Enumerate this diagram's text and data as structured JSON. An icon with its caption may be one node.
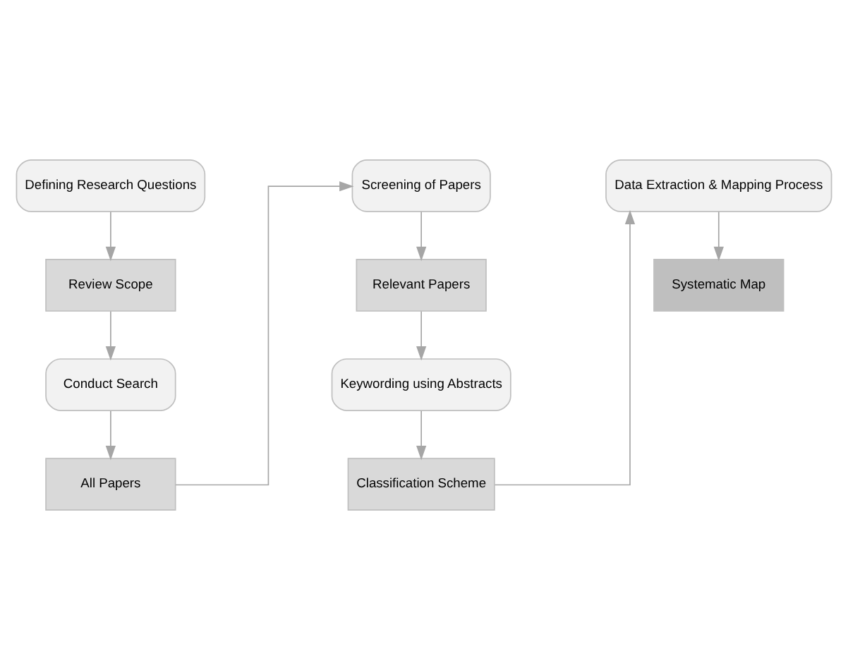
{
  "diagram": {
    "nodes": [
      {
        "text": [
          "Defining Research Questions"
        ]
      },
      {
        "text": [
          "Review Scope"
        ]
      },
      {
        "text": [
          "Conduct Search"
        ]
      },
      {
        "text": [
          "All Papers"
        ]
      },
      {
        "text": [
          "Screening of Papers"
        ]
      },
      {
        "text": [
          "Relevant Papers"
        ]
      },
      {
        "text": [
          "Keywording using Abstracts"
        ]
      },
      {
        "text": [
          "Classification Scheme"
        ]
      },
      {
        "text": [
          "Data Extraction & Mapping Process"
        ]
      },
      {
        "text": [
          "Systematic Map"
        ]
      }
    ],
    "edges": [
      {
        "from": 0,
        "to": 1,
        "arrow": "to"
      },
      {
        "from": 1,
        "to": 2,
        "arrow": "to"
      },
      {
        "from": 2,
        "to": 3,
        "arrow": "to"
      },
      {
        "from": 3,
        "to": 4,
        "arrow": "to"
      },
      {
        "from": 4,
        "to": 5,
        "arrow": "to"
      },
      {
        "from": 5,
        "to": 6,
        "arrow": "to"
      },
      {
        "from": 6,
        "to": 7,
        "arrow": "to"
      },
      {
        "from": 7,
        "to": 8,
        "arrow": "to"
      },
      {
        "from": 8,
        "to": 9,
        "arrow": "to"
      }
    ]
  }
}
